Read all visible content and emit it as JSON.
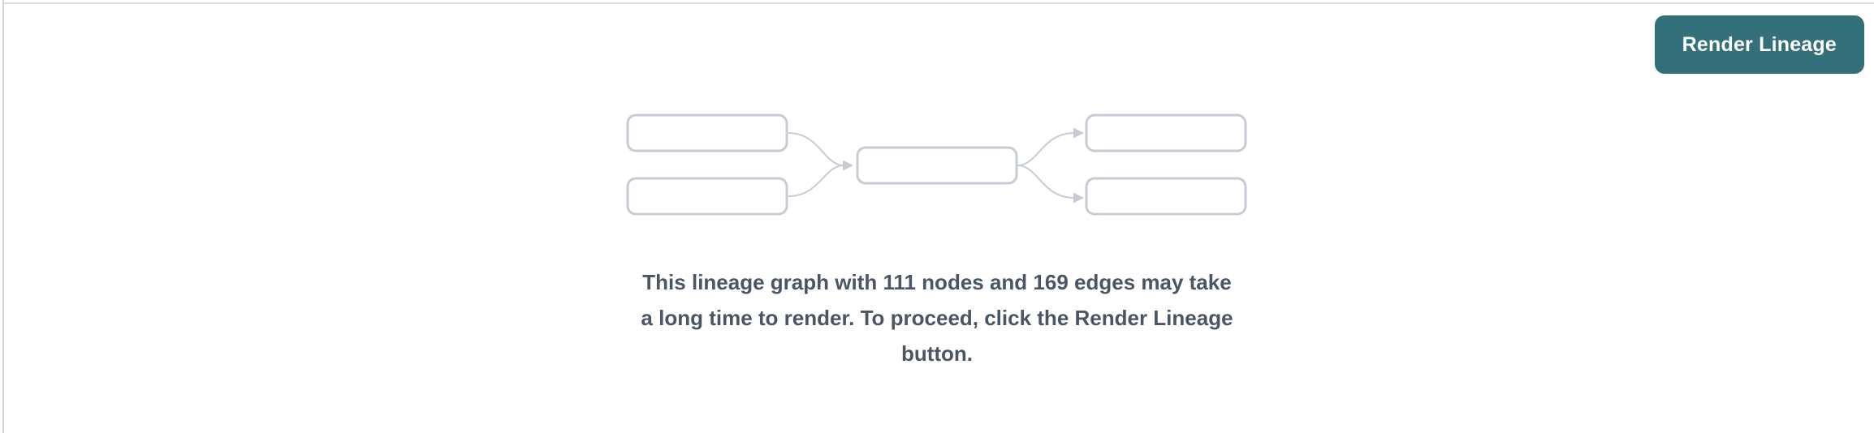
{
  "toolbar": {
    "render_button_label": "Render Lineage",
    "button_color": "#347079"
  },
  "notice": {
    "lines": [
      "This lineage graph with 111 nodes and 169 edges may take",
      "a long time to render. To proceed, click the Render Lineage",
      "button."
    ],
    "full_text": "This lineage graph with 111 nodes and 169 edges may take a long time to render. To proceed, click the Render Lineage button.",
    "node_count": 111,
    "edge_count": 169,
    "text_color": "#4a5565"
  },
  "diagram": {
    "graphic_name": "lineage-preview-graphic",
    "line_color": "#c7ccd4"
  },
  "panel": {
    "border_color": "#d4d4d8"
  }
}
